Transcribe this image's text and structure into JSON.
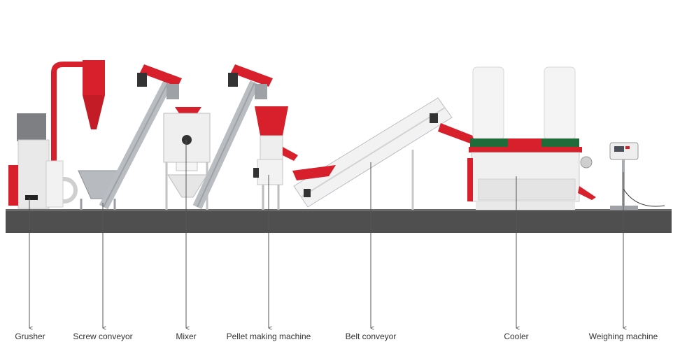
{
  "colors": {
    "red": "#d8202c",
    "dark_red": "#a8141e",
    "steel": "#b9bdc2",
    "steel_dark": "#8a8f95",
    "white_body": "#f1f1f1",
    "floor": "#4f4f4f",
    "bag": "#f4f4f4",
    "green": "#1f6b3a"
  },
  "labels": {
    "grusher": "Grusher",
    "screw_conveyor": "Screw conveyor",
    "mixer": "Mixer",
    "pellet_machine": "Pellet making machine",
    "belt_conveyor": "Belt conveyor",
    "cooler": "Cooler",
    "weighing_machine": "Weighing machine"
  }
}
